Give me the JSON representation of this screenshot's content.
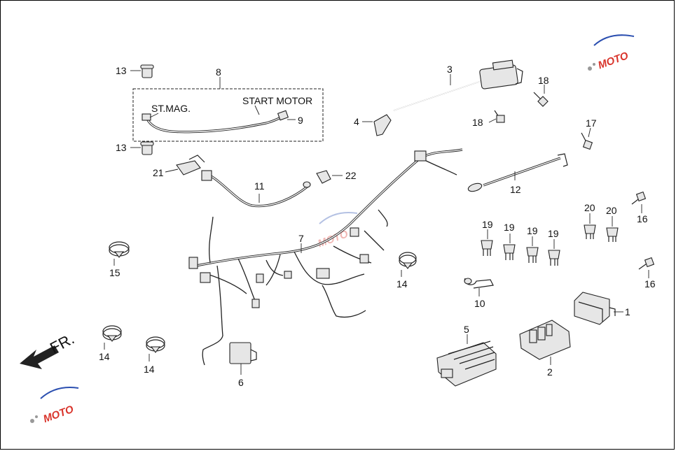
{
  "diagram": {
    "callouts": [
      "1",
      "2",
      "3",
      "4",
      "5",
      "6",
      "7",
      "8",
      "9",
      "10",
      "11",
      "12",
      "13",
      "14",
      "15",
      "16",
      "17",
      "18",
      "19",
      "20",
      "21",
      "22"
    ],
    "group_labels": {
      "st_mag": "ST.MAG.",
      "start_motor": "START MOTOR"
    },
    "direction_label": "FR.",
    "watermark": "MOTO",
    "colors": {
      "line": "#222222",
      "background": "#ffffff",
      "watermark_red": "#d9342b",
      "watermark_blue": "#2b4fb0"
    }
  }
}
